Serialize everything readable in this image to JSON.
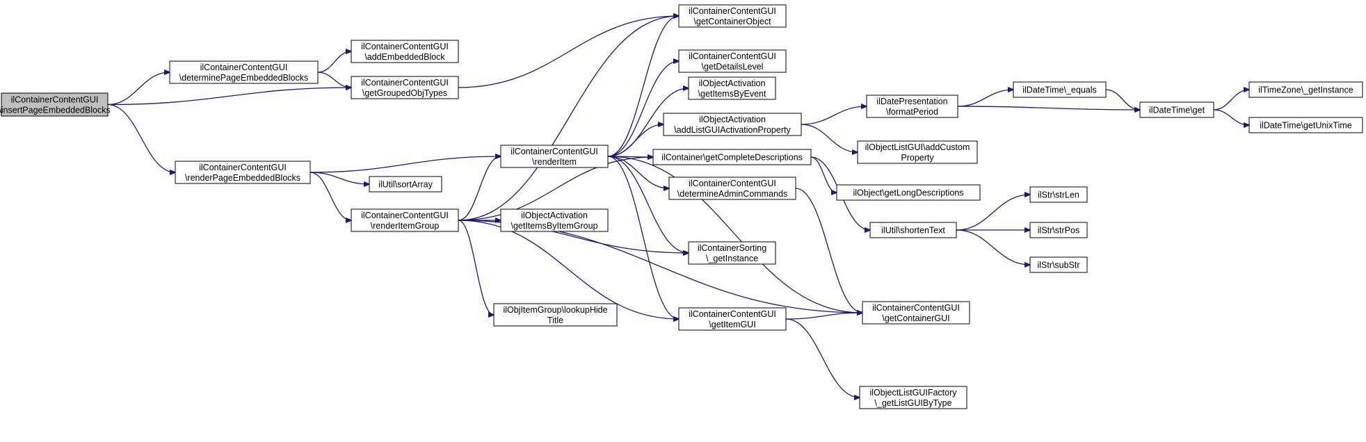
{
  "diagram": {
    "nodes": [
      {
        "id": "insertPage",
        "lines": [
          "ilContainerContentGUI",
          "\\insertPageEmbeddedBlocks"
        ],
        "root": true
      },
      {
        "id": "determinePage",
        "lines": [
          "ilContainerContentGUI",
          "\\determinePageEmbeddedBlocks"
        ]
      },
      {
        "id": "addEmbedded",
        "lines": [
          "ilContainerContentGUI",
          "\\addEmbeddedBlock"
        ]
      },
      {
        "id": "getGrouped",
        "lines": [
          "ilContainerContentGUI",
          "\\getGroupedObjTypes"
        ]
      },
      {
        "id": "renderPage",
        "lines": [
          "ilContainerContentGUI",
          "\\renderPageEmbeddedBlocks"
        ]
      },
      {
        "id": "sortArray",
        "lines": [
          "ilUtil\\sortArray"
        ]
      },
      {
        "id": "renderItemGroup",
        "lines": [
          "ilContainerContentGUI",
          "\\renderItemGroup"
        ]
      },
      {
        "id": "renderItem",
        "lines": [
          "ilContainerContentGUI",
          "\\renderItem"
        ]
      },
      {
        "id": "getItemsByItemGroup",
        "lines": [
          "ilObjectActivation",
          "\\getItemsByItemGroup"
        ]
      },
      {
        "id": "lookupHide",
        "lines": [
          "ilObjItemGroup\\lookupHide",
          "Title"
        ]
      },
      {
        "id": "getContainerObject",
        "lines": [
          "ilContainerContentGUI",
          "\\getContainerObject"
        ]
      },
      {
        "id": "getDetailsLevel",
        "lines": [
          "ilContainerContentGUI",
          "\\getDetailsLevel"
        ]
      },
      {
        "id": "getItemsByEvent",
        "lines": [
          "ilObjectActivation",
          "\\getItemsByEvent"
        ]
      },
      {
        "id": "addListGUI",
        "lines": [
          "ilObjectActivation",
          "\\addListGUIActivationProperty"
        ]
      },
      {
        "id": "getCompleteDesc",
        "lines": [
          "ilContainer\\getCompleteDescriptions"
        ]
      },
      {
        "id": "determineAdmin",
        "lines": [
          "ilContainerContentGUI",
          "\\determineAdminCommands"
        ]
      },
      {
        "id": "containerSorting",
        "lines": [
          "ilContainerSorting",
          "\\_getInstance"
        ]
      },
      {
        "id": "getItemGUI",
        "lines": [
          "ilContainerContentGUI",
          "\\getItemGUI"
        ]
      },
      {
        "id": "formatPeriod",
        "lines": [
          "ilDatePresentation",
          "\\formatPeriod"
        ]
      },
      {
        "id": "addCustomProperty",
        "lines": [
          "ilObjectListGUI\\addCustom",
          "Property"
        ]
      },
      {
        "id": "getLongDesc",
        "lines": [
          "ilObject\\getLongDescriptions"
        ]
      },
      {
        "id": "shortenText",
        "lines": [
          "ilUtil\\shortenText"
        ]
      },
      {
        "id": "getContainerGUI",
        "lines": [
          "ilContainerContentGUI",
          "\\getContainerGUI"
        ]
      },
      {
        "id": "getListGUIByType",
        "lines": [
          "ilObjectListGUIFactory",
          "\\_getListGUIByType"
        ]
      },
      {
        "id": "dtEquals",
        "lines": [
          "ilDateTime\\_equals"
        ]
      },
      {
        "id": "dtGet",
        "lines": [
          "ilDateTime\\get"
        ]
      },
      {
        "id": "tzGetInstance",
        "lines": [
          "ilTimeZone\\_getInstance"
        ]
      },
      {
        "id": "getUnixTime",
        "lines": [
          "ilDateTime\\getUnixTime"
        ]
      },
      {
        "id": "strLen",
        "lines": [
          "ilStr\\strLen"
        ]
      },
      {
        "id": "strPos",
        "lines": [
          "ilStr\\strPos"
        ]
      },
      {
        "id": "subStr",
        "lines": [
          "ilStr\\subStr"
        ]
      }
    ],
    "edges": [
      {
        "from": "insertPage",
        "to": "determinePage"
      },
      {
        "from": "insertPage",
        "to": "getGrouped"
      },
      {
        "from": "insertPage",
        "to": "renderPage"
      },
      {
        "from": "determinePage",
        "to": "addEmbedded"
      },
      {
        "from": "determinePage",
        "to": "getGrouped"
      },
      {
        "from": "getGrouped",
        "to": "getContainerObject"
      },
      {
        "from": "renderPage",
        "to": "renderItem"
      },
      {
        "from": "renderPage",
        "to": "sortArray"
      },
      {
        "from": "renderPage",
        "to": "renderItemGroup"
      },
      {
        "from": "renderItemGroup",
        "to": "getContainerObject"
      },
      {
        "from": "renderItemGroup",
        "to": "renderItem"
      },
      {
        "from": "renderItemGroup",
        "to": "getCompleteDesc"
      },
      {
        "from": "renderItemGroup",
        "to": "getItemsByItemGroup"
      },
      {
        "from": "renderItemGroup",
        "to": "containerSorting"
      },
      {
        "from": "renderItemGroup",
        "to": "getContainerGUI"
      },
      {
        "from": "renderItemGroup",
        "to": "lookupHide"
      },
      {
        "from": "renderItemGroup",
        "to": "getItemGUI"
      },
      {
        "from": "renderItem",
        "to": "getContainerObject"
      },
      {
        "from": "renderItem",
        "to": "getDetailsLevel"
      },
      {
        "from": "renderItem",
        "to": "getItemsByEvent"
      },
      {
        "from": "renderItem",
        "to": "addListGUI"
      },
      {
        "from": "renderItem",
        "to": "getCompleteDesc"
      },
      {
        "from": "renderItem",
        "to": "determineAdmin"
      },
      {
        "from": "renderItem",
        "to": "containerSorting"
      },
      {
        "from": "renderItem",
        "to": "getContainerGUI"
      },
      {
        "from": "renderItem",
        "to": "getItemGUI"
      },
      {
        "from": "addListGUI",
        "to": "formatPeriod"
      },
      {
        "from": "addListGUI",
        "to": "addCustomProperty"
      },
      {
        "from": "formatPeriod",
        "to": "dtEquals"
      },
      {
        "from": "formatPeriod",
        "to": "dtGet"
      },
      {
        "from": "dtEquals",
        "to": "dtGet"
      },
      {
        "from": "dtGet",
        "to": "tzGetInstance"
      },
      {
        "from": "dtGet",
        "to": "getUnixTime"
      },
      {
        "from": "getCompleteDesc",
        "to": "getLongDesc"
      },
      {
        "from": "getCompleteDesc",
        "to": "shortenText"
      },
      {
        "from": "shortenText",
        "to": "strLen"
      },
      {
        "from": "shortenText",
        "to": "strPos"
      },
      {
        "from": "shortenText",
        "to": "subStr"
      },
      {
        "from": "determineAdmin",
        "to": "getContainerGUI"
      },
      {
        "from": "getItemGUI",
        "to": "getContainerGUI"
      },
      {
        "from": "getItemGUI",
        "to": "getListGUIByType"
      }
    ]
  }
}
